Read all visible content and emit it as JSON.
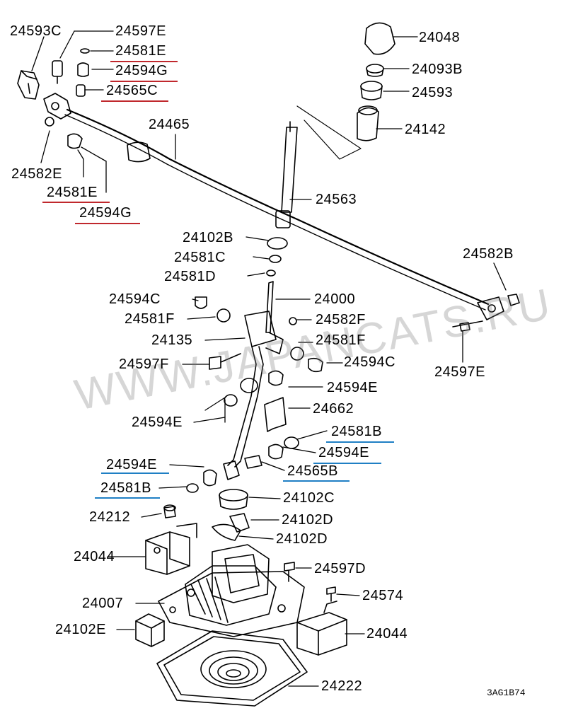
{
  "watermark": "WWW.JAPANCATS.RU",
  "diagram_code": "3AG1B74",
  "colors": {
    "red_underline": "#c0282d",
    "blue_underline": "#1f7fc4"
  },
  "parts": {
    "p24593C": "24593C",
    "p24597E_top": "24597E",
    "p24581E_top": "24581E",
    "p24594G_top": "24594G",
    "p24565C": "24565C",
    "p24465": "24465",
    "p24582E": "24582E",
    "p24581E_left": "24581E",
    "p24594G_left": "24594G",
    "p24048": "24048",
    "p24093B": "24093B",
    "p24593": "24593",
    "p24142": "24142",
    "p24563": "24563",
    "p24102B": "24102B",
    "p24581C": "24581C",
    "p24581D": "24581D",
    "p24582B": "24582B",
    "p24594C_left": "24594C",
    "p24000": "24000",
    "p24581F_left": "24581F",
    "p24582F": "24582F",
    "p24135": "24135",
    "p24581F_right": "24581F",
    "p24597F": "24597F",
    "p24594C_right": "24594C",
    "p24597E_right": "24597E",
    "p24594E_mid": "24594E",
    "p24662": "24662",
    "p24594E_left": "24594E",
    "p24581B_right": "24581B",
    "p24594E_right": "24594E",
    "p24594E_lowleft": "24594E",
    "p24565B": "24565B",
    "p24581B_left": "24581B",
    "p24102C": "24102C",
    "p24212": "24212",
    "p24102D_a": "24102D",
    "p24102D_b": "24102D",
    "p24044_left": "24044",
    "p24597D": "24597D",
    "p24574": "24574",
    "p24007": "24007",
    "p24102E": "24102E",
    "p24044_right": "24044",
    "p24222": "24222"
  }
}
